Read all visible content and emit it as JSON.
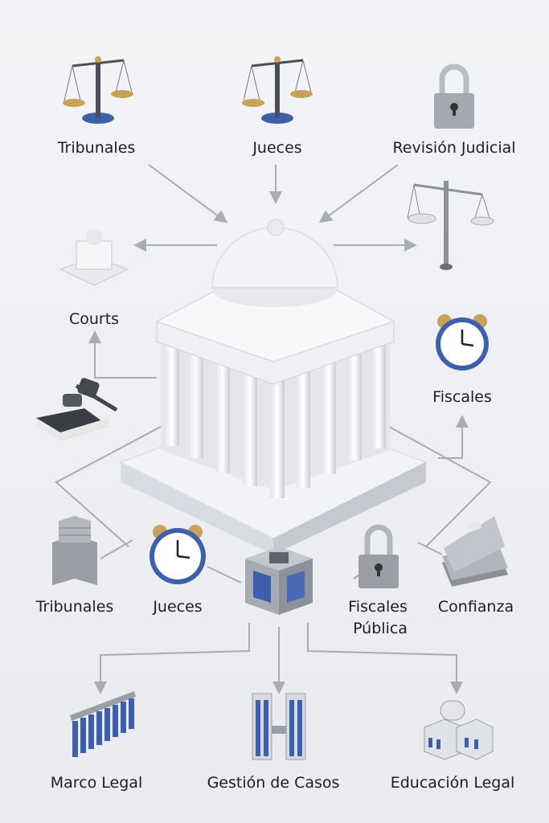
{
  "labels": {
    "top_left": "Tribunales",
    "top_center": "Jueces",
    "top_right": "Revisión Judicial",
    "courts": "Courts",
    "fiscales_right": "Fiscales",
    "bottom_tribunales": "Tribunales",
    "bottom_jueces": "Jueces",
    "fiscales_publica_1": "Fiscales",
    "fiscales_publica_2": "Pública",
    "confianza": "Confianza",
    "marco_legal": "Marco Legal",
    "gestion": "Gestión de Casos",
    "educacion": "Educación Legal"
  },
  "icons": [
    "scales-icon",
    "scales-icon",
    "padlock-icon",
    "scales-icon",
    "monument-icon",
    "gavel-icon",
    "alarm-clock-icon",
    "pillar-icon",
    "alarm-clock-icon",
    "building-cube-icon",
    "padlock-icon",
    "documents-icon",
    "colonnade-icon",
    "twin-towers-icon",
    "blocks-icon",
    "courthouse-icon"
  ],
  "colors": {
    "background": "#eef0f4",
    "accent_blue": "#3e5faa",
    "gold": "#c9a25a",
    "gray": "#9a9ea6"
  }
}
